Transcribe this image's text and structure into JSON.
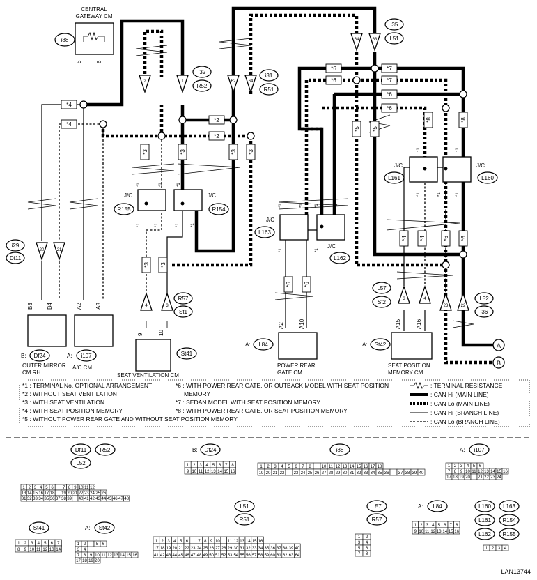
{
  "figure_id": "LAN13744",
  "modules": {
    "gateway": {
      "title_1": "CENTRAL",
      "title_2": "GATEWAY CM",
      "code": "i88",
      "pins": [
        "5",
        "6"
      ]
    },
    "mirror": {
      "prefix": "B:",
      "code": "Df24",
      "name_1": "OUTER MIRROR",
      "name_2": "CM RH",
      "pins": [
        "B3",
        "B4"
      ]
    },
    "ac": {
      "prefix": "A:",
      "code": "i107",
      "name": "A/C CM",
      "pins": [
        "A2",
        "A3"
      ]
    },
    "seatvent": {
      "code": "St41",
      "name": "SEAT VENTILATION CM",
      "pins": [
        "9",
        "10"
      ]
    },
    "rgate": {
      "prefix": "A:",
      "code": "L84",
      "name_1": "POWER REAR",
      "name_2": "GATE CM",
      "pins": [
        "A2",
        "A10"
      ]
    },
    "seatpos": {
      "prefix": "A:",
      "code": "St42",
      "name_1": "SEAT POSITION",
      "name_2": "MEMORY CM",
      "pins": [
        "A15",
        "A16"
      ]
    }
  },
  "connector_codes": [
    "i29",
    "Df11",
    "i32",
    "R52",
    "i31",
    "R51",
    "i35",
    "L51",
    "R57",
    "St1",
    "L57",
    "St2",
    "L52",
    "i36"
  ],
  "jc_label": "J/C",
  "jc_codes": [
    "R155",
    "R154",
    "L163",
    "L162",
    "L161",
    "L160"
  ],
  "pin_numbers": [
    "20",
    "21",
    "2",
    "1",
    "62",
    "64",
    "64",
    "63",
    "4",
    "3",
    "3",
    "4",
    "23",
    "22"
  ],
  "tags": [
    "*1",
    "*2",
    "*3",
    "*4",
    "*5",
    "*6",
    "*7",
    "*8"
  ],
  "ends": [
    "A",
    "B"
  ],
  "legend": {
    "notes": [
      "*1 : TERMINAL No. OPTIONAL ARRANGEMENT",
      "*2 : WITHOUT SEAT VENTILATION",
      "*3 : WITH SEAT VENTILATION",
      "*4 : WITH SEAT POSITION MEMORY",
      "*5 : WITHOUT POWER REAR GATE AND WITHOUT SEAT POSITION MEMORY",
      "*6 : WITH POWER REAR GATE, OR OUTBACK MODEL WITH SEAT POSITION",
      "MEMORY",
      "*7 : SEDAN MODEL WITH SEAT POSITION MEMORY",
      "*8 : WITH POWER REAR GATE, OR SEAT POSITION MEMORY"
    ],
    "lines": [
      ": TERMINAL RESISTANCE",
      ": CAN Hi (MAIN LINE)",
      ": CAN Lo (MAIN LINE)",
      ": CAN Hi (BRANCH LINE)",
      ": CAN Lo (BRANCH LINE)"
    ]
  },
  "connectors": [
    {
      "codes": [
        "Df11",
        "R52",
        "L52"
      ],
      "rows": [
        [
          "1",
          "2",
          "3",
          "4",
          "5",
          "6",
          "",
          "7",
          "8",
          "9",
          "10",
          "11",
          "12"
        ],
        [
          "13",
          "14",
          "15",
          "16",
          "17",
          "18",
          "",
          "19",
          "20",
          "21",
          "22",
          "23",
          "24",
          "25",
          "26"
        ],
        [
          "31",
          "32",
          "33",
          "34",
          "35",
          "36",
          "37",
          "38",
          "39",
          "",
          "40",
          "41",
          "42",
          "43",
          "44",
          "45",
          "46",
          "47",
          "48"
        ]
      ]
    },
    {
      "prefix": "B:",
      "codes": [
        "Df24"
      ],
      "rows": [
        [
          "1",
          "2",
          "3",
          "4",
          "5",
          "6",
          "7",
          "8"
        ],
        [
          "9",
          "10",
          "11",
          "12",
          "13",
          "14",
          "15",
          "16"
        ]
      ]
    },
    {
      "codes": [
        "i88"
      ],
      "rows": [
        [
          "1",
          "2",
          "3",
          "4",
          "5",
          "6",
          "7",
          "8",
          "",
          "10",
          "11",
          "12",
          "13",
          "14",
          "15",
          "16",
          "17",
          "18"
        ],
        [
          "19",
          "20",
          "21",
          "22",
          "",
          "23",
          "24",
          "25",
          "26",
          "27",
          "28",
          "29",
          "30",
          "31",
          "32",
          "33",
          "34",
          "35",
          "36",
          "",
          "37",
          "38",
          "39",
          "40"
        ]
      ]
    },
    {
      "prefix": "A:",
      "codes": [
        "i107"
      ],
      "rows": [
        [
          "1",
          "2",
          "3",
          "4",
          "5",
          "6"
        ],
        [
          "7",
          "8",
          "9",
          "10",
          "11",
          "12",
          "13",
          "14",
          "15",
          "16"
        ],
        [
          "17",
          "18",
          "19",
          "20",
          "",
          "21",
          "22",
          "23",
          "24"
        ]
      ]
    },
    {
      "codes": [
        "St41"
      ],
      "rows": [
        [
          "1",
          "2",
          "3",
          "4",
          "5",
          "6",
          "7"
        ],
        [
          "8",
          "9",
          "10",
          "11",
          "12",
          "13",
          "14"
        ]
      ]
    },
    {
      "prefix": "A:",
      "codes": [
        "St42"
      ],
      "rows": [
        [
          "1",
          "2",
          "",
          "5",
          "6"
        ],
        [
          "3",
          "4"
        ],
        [
          "7",
          "8",
          "9",
          "10",
          "11",
          "12",
          "13",
          "14",
          "15",
          "16"
        ],
        [
          "17",
          "18",
          "19",
          "20"
        ]
      ]
    },
    {
      "codes": [
        "L51",
        "R51"
      ],
      "rows": [
        [
          "1",
          "2",
          "3",
          "4",
          "5",
          "6",
          "",
          "7",
          "8",
          "9",
          "10",
          "",
          "11",
          "12",
          "13",
          "14",
          "15",
          "16"
        ],
        [
          "17",
          "18",
          "19",
          "20",
          "21",
          "22",
          "23",
          "24",
          "25",
          "26",
          "27",
          "28",
          "29",
          "30",
          "31",
          "32",
          "33",
          "34",
          "35",
          "36",
          "37",
          "38",
          "39",
          "40"
        ],
        [
          "41",
          "42",
          "43",
          "44",
          "45",
          "46",
          "47",
          "48",
          "49",
          "50",
          "51",
          "52",
          "53",
          "54",
          "55",
          "56",
          "57",
          "58",
          "59",
          "60",
          "61",
          "62",
          "63",
          "64"
        ]
      ]
    },
    {
      "codes": [
        "L57",
        "R57"
      ],
      "rows": [
        [
          "1",
          "2"
        ],
        [
          "3",
          "4"
        ],
        [
          "5",
          "6"
        ],
        [
          "7",
          "8"
        ]
      ]
    },
    {
      "prefix": "A:",
      "codes": [
        "L84"
      ],
      "rows": [
        [
          "1",
          "2",
          "3",
          "4",
          "5",
          "6",
          "7",
          "8"
        ],
        [
          "9",
          "10",
          "11",
          "12",
          "13",
          "14",
          "15",
          "16"
        ]
      ]
    },
    {
      "codes": [
        "L160",
        "L163",
        "L161",
        "R154",
        "L162",
        "R155"
      ],
      "rows": [
        [
          "1",
          "2",
          "3",
          "4"
        ]
      ]
    }
  ]
}
